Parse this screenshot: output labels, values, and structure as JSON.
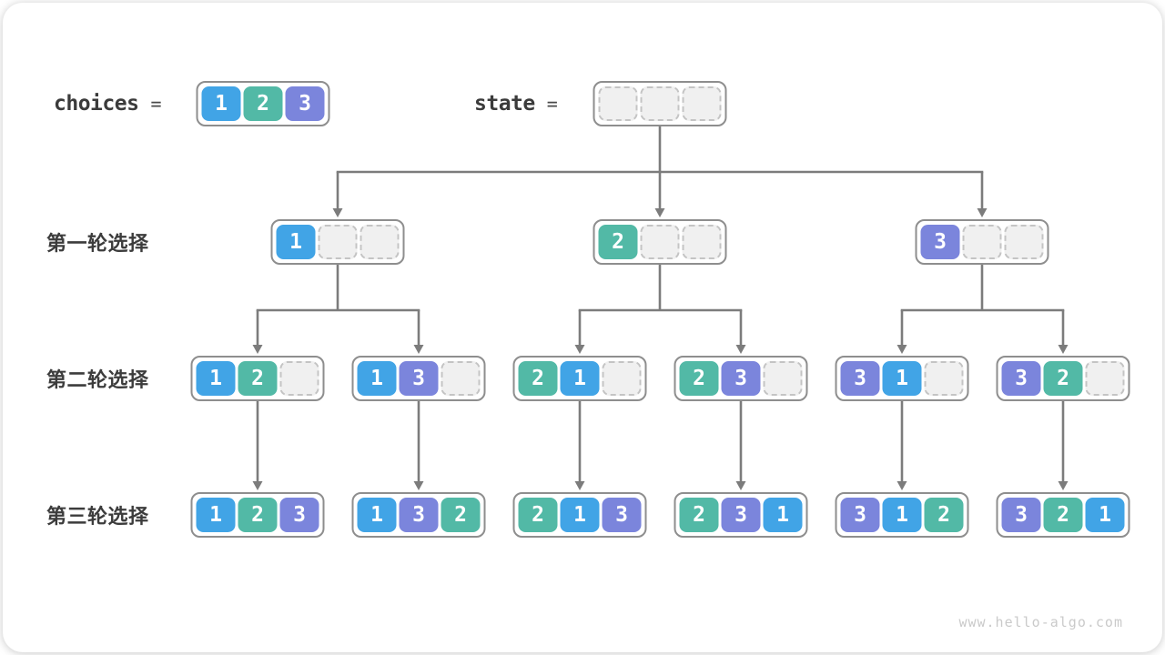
{
  "watermark": "www.hello-algo.com",
  "colors": {
    "value_1": "#41a4e6",
    "value_2": "#52b9a6",
    "value_3": "#7b85dc",
    "empty_fill": "#f0f0f0",
    "empty_dash": "#c4c4c4",
    "container_border": "#8e8e8e",
    "line": "#7c7c7c",
    "label_text": "#3b3b3b",
    "watermark_text": "#cacaca"
  },
  "header": {
    "choices_label": "choices",
    "state_label": "state",
    "equals": "=",
    "choices_values": [
      1,
      2,
      3
    ],
    "state_slots": 3
  },
  "rows": [
    {
      "label": "第一轮选择",
      "slots": 3,
      "states": [
        [
          1
        ],
        [
          2
        ],
        [
          3
        ]
      ]
    },
    {
      "label": "第二轮选择",
      "slots": 3,
      "states": [
        [
          1,
          2
        ],
        [
          1,
          3
        ],
        [
          2,
          1
        ],
        [
          2,
          3
        ],
        [
          3,
          1
        ],
        [
          3,
          2
        ]
      ]
    },
    {
      "label": "第三轮选择",
      "slots": 3,
      "states": [
        [
          1,
          2,
          3
        ],
        [
          1,
          3,
          2
        ],
        [
          2,
          1,
          3
        ],
        [
          2,
          3,
          1
        ],
        [
          3,
          1,
          2
        ],
        [
          3,
          2,
          1
        ]
      ]
    }
  ]
}
